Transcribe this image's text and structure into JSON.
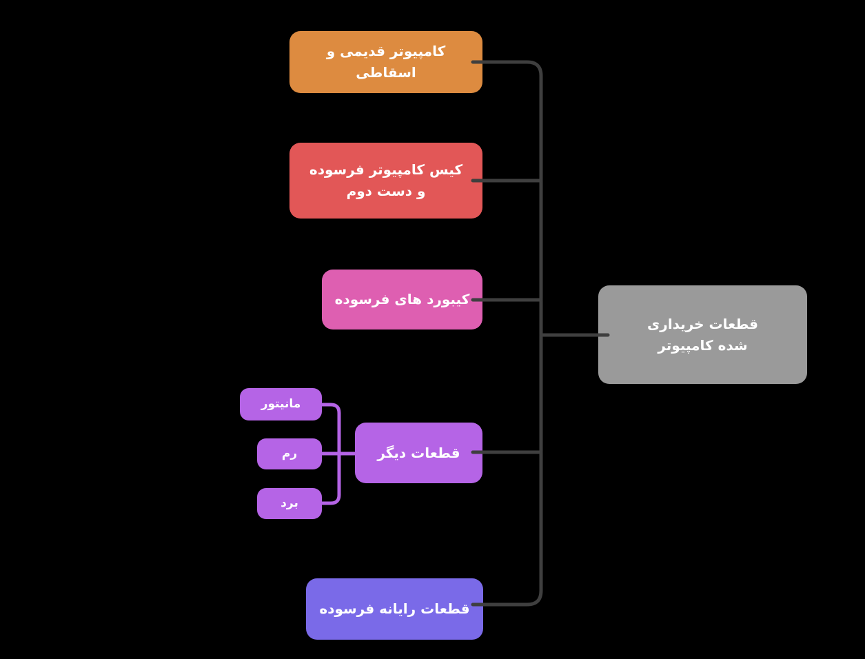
{
  "diagram": {
    "background": "#000000",
    "text_color": "#ffffff",
    "root": {
      "label": "قطعات خریداری شده کامپیوتر",
      "color": "#9a9a9a"
    },
    "branches": [
      {
        "label": "کامپیوتر قدیمی و اسقاطی",
        "color": "#dd8b40"
      },
      {
        "label": "کیس کامپیوتر فرسوده و دست دوم",
        "color": "#e25757"
      },
      {
        "label": "کیبورد های فرسوده",
        "color": "#de5fb1"
      },
      {
        "label": "قطعات دیگر",
        "color": "#b564e6",
        "children": [
          {
            "label": "مانیتور",
            "color": "#b564e6"
          },
          {
            "label": "رم",
            "color": "#b564e6"
          },
          {
            "label": "برد",
            "color": "#b564e6"
          }
        ]
      },
      {
        "label": "قطعات رایانه فرسوده",
        "color": "#7a6ae8"
      }
    ],
    "connectors": {
      "trunk_color": "#3f3f3f",
      "branch_color": "#b564e6"
    }
  }
}
